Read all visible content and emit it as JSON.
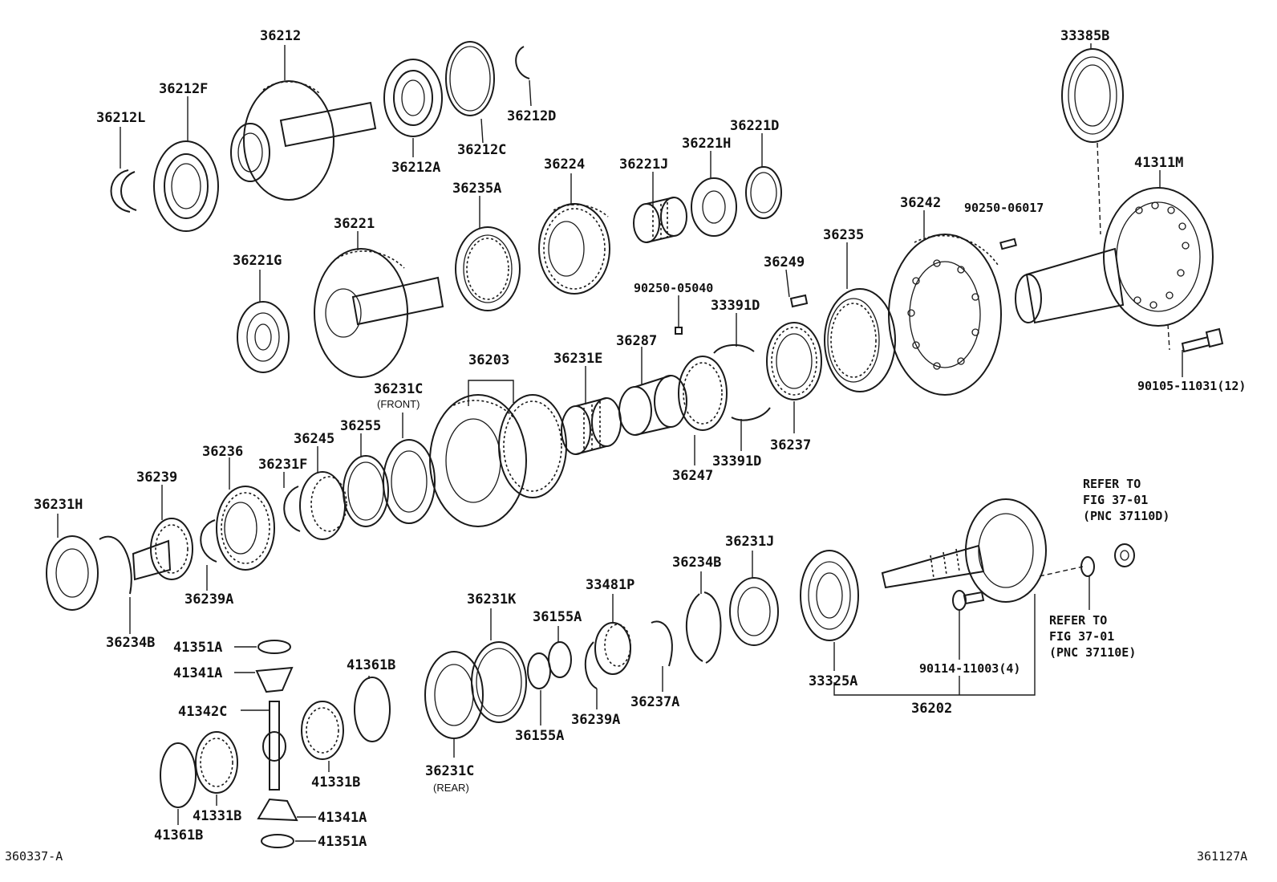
{
  "figure_codes": {
    "left": "360337-A",
    "right": "361127A"
  },
  "labels": {
    "p36212": "36212",
    "p36212F": "36212F",
    "p36212L": "36212L",
    "p36212A": "36212A",
    "p36212C": "36212C",
    "p36212D": "36212D",
    "p33385B": "33385B",
    "p36221D": "36221D",
    "p36221H": "36221H",
    "p36221J": "36221J",
    "p36224": "36224",
    "p36235A": "36235A",
    "p36221": "36221",
    "p36221G": "36221G",
    "p41311M": "41311M",
    "p36242": "36242",
    "p90250_06017": "90250-06017",
    "p36235": "36235",
    "p36249": "36249",
    "p90250_05040": "90250-05040",
    "p33391D_top": "33391D",
    "p36287": "36287",
    "p36231E": "36231E",
    "p36203": "36203",
    "p36231C_front": "36231C",
    "front_note": "(FRONT)",
    "p36255": "36255",
    "p36245": "36245",
    "p36236": "36236",
    "p36231F": "36231F",
    "p36239": "36239",
    "p36231H": "36231H",
    "p36239A_upper": "36239A",
    "p36234B_upper": "36234B",
    "p36247": "36247",
    "p33391D_bottom": "33391D",
    "p36237": "36237",
    "p90105_11031": "90105-11031(12)",
    "refer1_line1": "REFER TO",
    "refer1_line2": "FIG 37-01",
    "refer1_line3": "(PNC 37110D)",
    "refer2_line1": "REFER TO",
    "refer2_line2": "FIG 37-01",
    "refer2_line3": "(PNC 37110E)",
    "p36231J": "36231J",
    "p36234B_lower": "36234B",
    "p33481P": "33481P",
    "p36231K": "36231K",
    "p36155A_top": "36155A",
    "p36155A_bottom": "36155A",
    "p36239A_lower": "36239A",
    "p36237A": "36237A",
    "p33325A": "33325A",
    "p90114_11003": "90114-11003(4)",
    "p36202": "36202",
    "p36231C_rear": "36231C",
    "rear_note": "(REAR)",
    "p41351A_top": "41351A",
    "p41341A_top": "41341A",
    "p41342C": "41342C",
    "p41361B_top": "41361B",
    "p41331B_right": "41331B",
    "p41331B_left": "41331B",
    "p41341A_bottom": "41341A",
    "p41351A_bottom": "41351A",
    "p41361B_bottom": "41361B"
  }
}
